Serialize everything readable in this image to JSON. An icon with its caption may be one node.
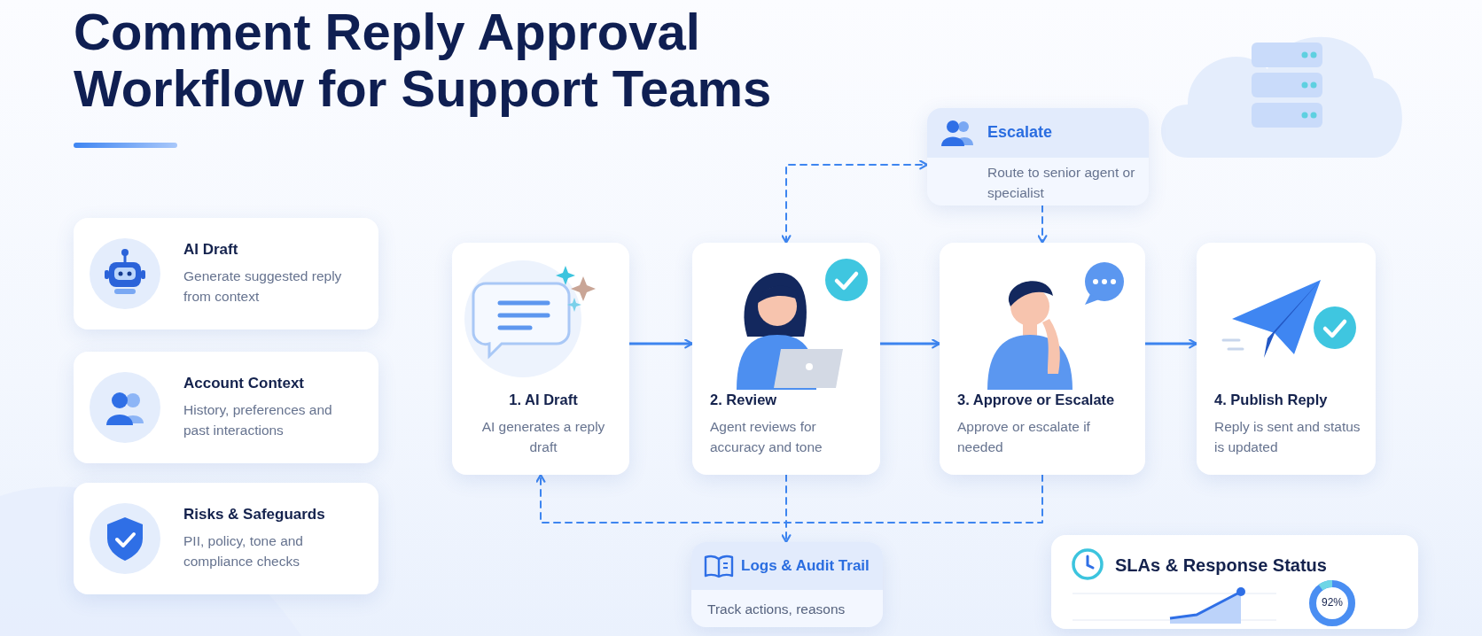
{
  "diagram": {
    "title": "Comment Reply Approval Workflow for Support Teams",
    "nodes": [
      {
        "text": [
          "AI Draft",
          "Generate suggested reply from context"
        ]
      },
      {
        "text": [
          "Account Context",
          "History, preferences and past interactions"
        ]
      },
      {
        "text": [
          "Risks & Safeguards",
          "PII, policy, tone and compliance checks"
        ]
      },
      {
        "text": [
          "Escalate",
          "Route to senior agent or specialist"
        ]
      },
      {
        "text": [
          "1. AI Draft",
          "AI generates a reply draft"
        ]
      },
      {
        "text": [
          "2. Review",
          "Agent reviews for accuracy and tone"
        ]
      },
      {
        "text": [
          "3. Approve or Escalate",
          "Approve or escalate if needed"
        ]
      },
      {
        "text": [
          "4. Publish Reply",
          "Reply is sent and status is updated"
        ]
      },
      {
        "text": [
          "Logs & Audit Trail",
          "Track actions, reasons"
        ]
      },
      {
        "text": [
          "SLAs & Response Status",
          "92%"
        ]
      }
    ],
    "edges": [
      {
        "from": 4,
        "to": 5,
        "arrow": "to"
      },
      {
        "from": 5,
        "to": 6,
        "arrow": "to"
      },
      {
        "from": 6,
        "to": 7,
        "arrow": "to"
      },
      {
        "from": 5,
        "to": 3,
        "arrow": "both",
        "style": "dashed"
      },
      {
        "from": 3,
        "to": 6,
        "arrow": "to",
        "style": "dashed"
      },
      {
        "from": 6,
        "to": 4,
        "arrow": "to",
        "style": "dashed"
      },
      {
        "from": 5,
        "to": 8,
        "arrow": "to",
        "style": "dashed"
      }
    ]
  }
}
